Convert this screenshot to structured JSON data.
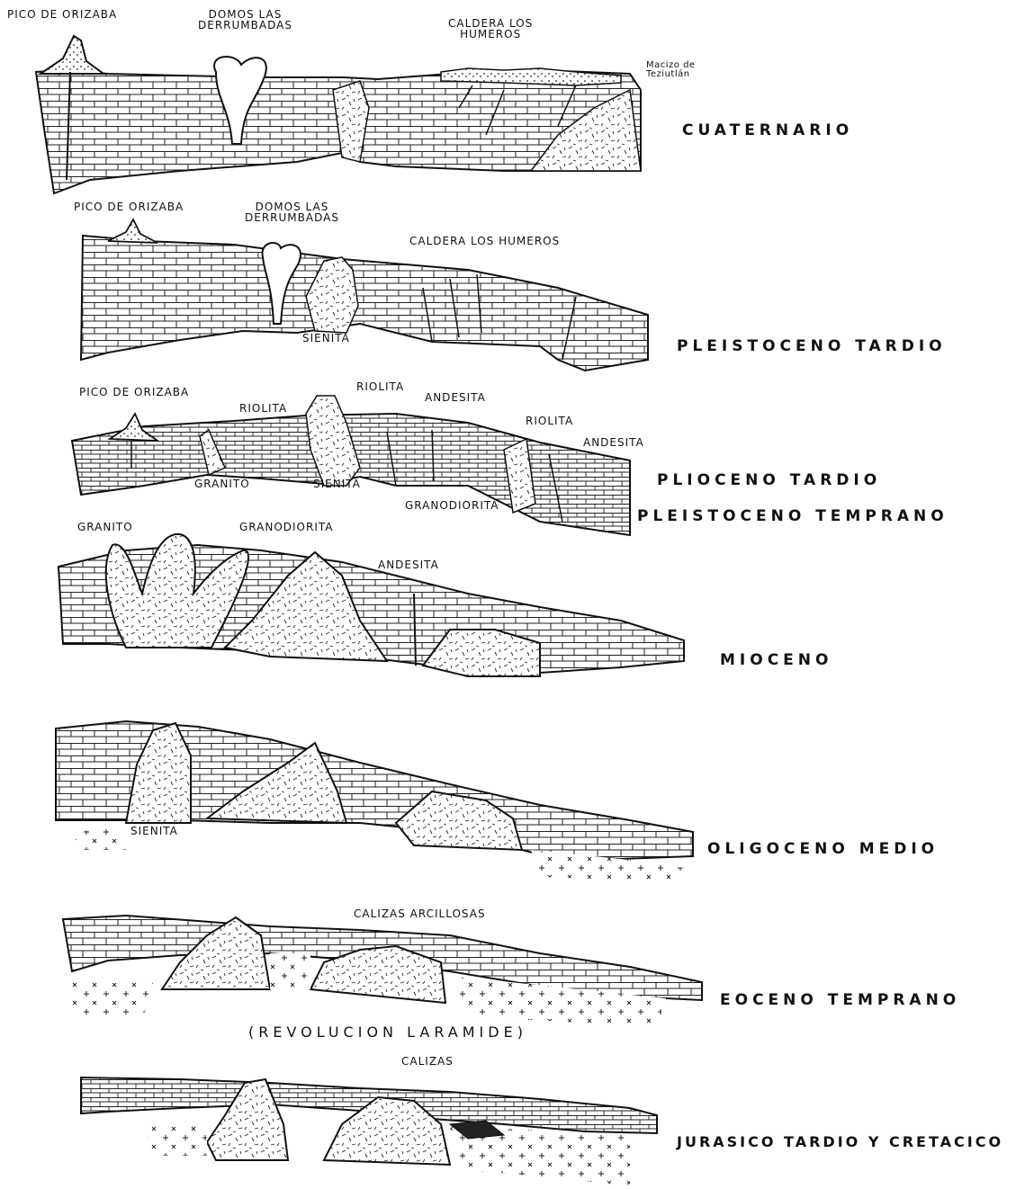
{
  "sections": [
    {
      "era": "CUATERNARIO",
      "labels": {
        "pico": "PICO DE ORIZABA",
        "domos": "DOMOS LAS\nDERRUMBADAS",
        "caldera": "CALDERA LOS\nHUMEROS",
        "macizo": "Macizo de\nTeziutlán"
      }
    },
    {
      "era": "PLEISTOCENO TARDIO",
      "labels": {
        "pico": "PICO DE ORIZABA",
        "domos": "DOMOS LAS\nDERRUMBADAS",
        "caldera": "CALDERA LOS HUMEROS",
        "sienita": "SIENITA"
      }
    },
    {
      "era": "PLIOCENO TARDIO",
      "era2": "PLEISTOCENO TEMPRANO",
      "labels": {
        "pico": "PICO DE ORIZABA",
        "riolita1": "RIOLITA",
        "riolita2": "RIOLITA",
        "andesita1": "ANDESITA",
        "riolita3": "RIOLITA",
        "andesita2": "ANDESITA",
        "granito": "GRANITO",
        "sienita": "SIENITA",
        "granodiorita": "GRANODIORITA"
      }
    },
    {
      "era": "MIOCENO",
      "labels": {
        "granito": "GRANITO",
        "granodiorita": "GRANODIORITA",
        "andesita": "ANDESITA"
      }
    },
    {
      "era": "OLIGOCENO MEDIO",
      "labels": {
        "sienita": "SIENITA"
      }
    },
    {
      "era": "EOCENO TEMPRANO",
      "labels": {
        "calizas_arcillosas": "CALIZAS ARCILLOSAS",
        "revolucion": "(REVOLUCION LARAMIDE)"
      }
    },
    {
      "era": "JURASICO TARDIO Y CRETACICO",
      "labels": {
        "calizas": "CALIZAS"
      }
    }
  ]
}
